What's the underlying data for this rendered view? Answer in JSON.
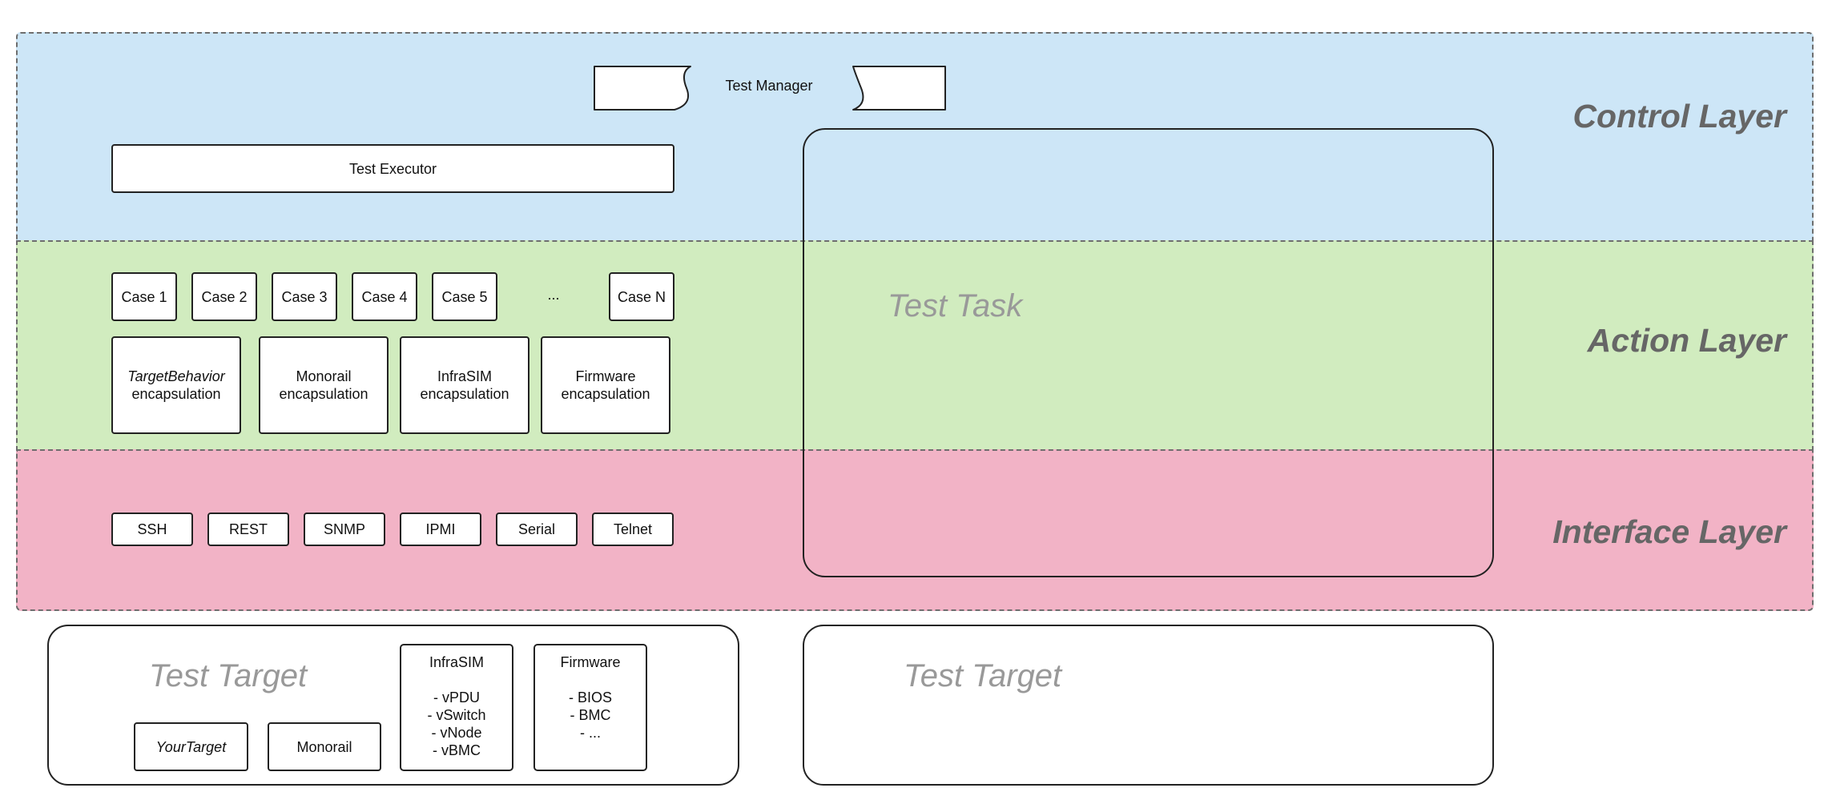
{
  "layers": {
    "control": "Control Layer",
    "action": "Action Layer",
    "interface": "Interface Layer"
  },
  "test_manager": "Test Manager",
  "test_executor": "Test Executor",
  "test_task": "Test Task",
  "cases": [
    "Case 1",
    "Case 2",
    "Case 3",
    "Case 4",
    "Case 5",
    "...",
    "Case N"
  ],
  "encapsulations": [
    {
      "name": "TargetBehavior",
      "suffix": "encapsulation",
      "italic_name": true
    },
    {
      "name": "Monorail",
      "suffix": "encapsulation",
      "italic_name": false
    },
    {
      "name": "InfraSIM",
      "suffix": "encapsulation",
      "italic_name": false
    },
    {
      "name": "Firmware",
      "suffix": "encapsulation",
      "italic_name": false
    }
  ],
  "interfaces": [
    "SSH",
    "REST",
    "SNMP",
    "IPMI",
    "Serial",
    "Telnet"
  ],
  "targets": {
    "left_title": "Test Target",
    "right_title": "Test Target",
    "your_target": "YourTarget",
    "monorail": "Monorail",
    "infrasim": {
      "title": "InfraSIM",
      "items": [
        "- vPDU",
        "- vSwitch",
        "- vNode",
        "- vBMC"
      ]
    },
    "firmware": {
      "title": "Firmware",
      "items": [
        "- BIOS",
        "- BMC",
        "- ..."
      ]
    }
  },
  "colors": {
    "control_bg": "#cde6f7",
    "action_bg": "#d1ecbf",
    "interface_bg": "#f2b3c6",
    "layer_title": "#666666",
    "gray_title": "#999999"
  }
}
